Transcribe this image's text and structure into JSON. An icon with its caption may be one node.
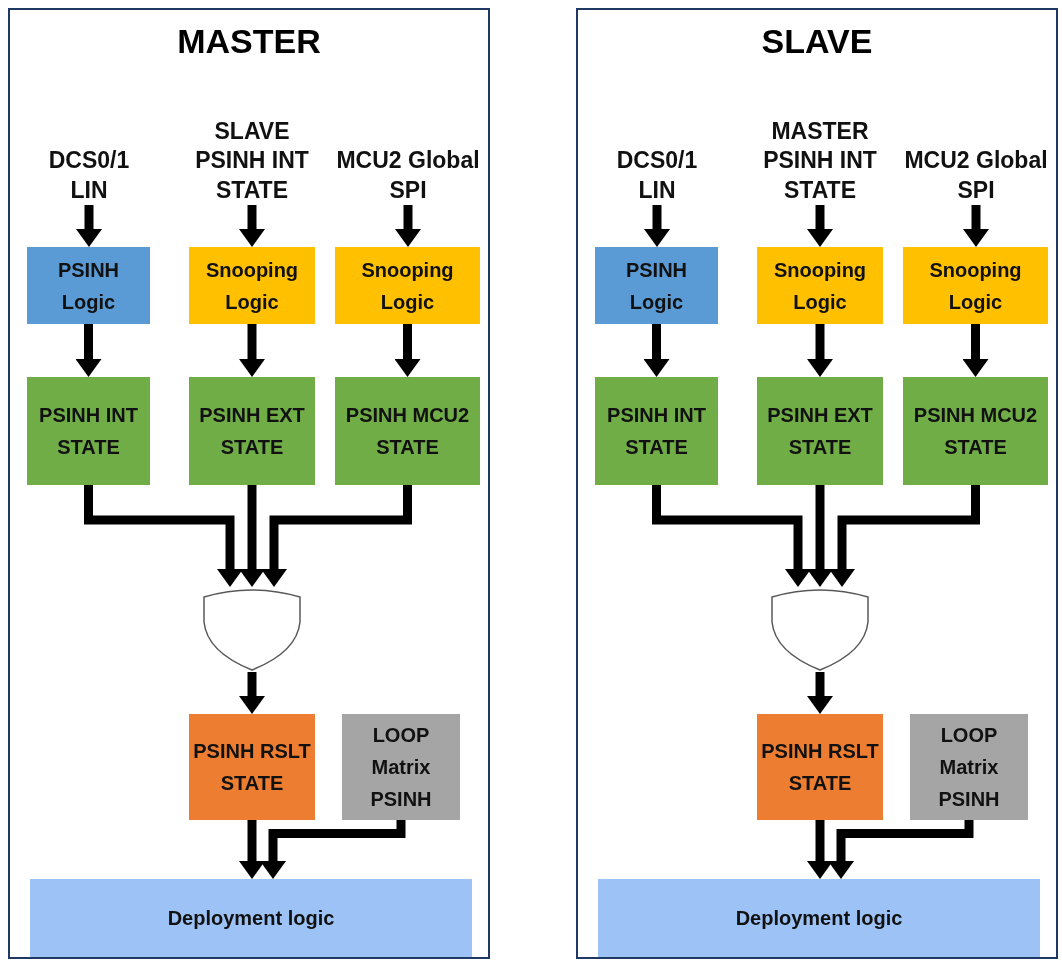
{
  "diagram": {
    "nodes": [
      {
        "text": [
          "MASTER"
        ]
      },
      {
        "text": [
          "DCS0/1 LIN"
        ],
        "in": 0
      },
      {
        "text": [
          "SLAVE PSINH INT STATE"
        ],
        "in": 0
      },
      {
        "text": [
          "MCU2 Global SPI"
        ],
        "in": 0
      },
      {
        "text": [
          "PSINH Logic"
        ],
        "in": 0
      },
      {
        "text": [
          "Snooping Logic"
        ],
        "in": 0
      },
      {
        "text": [
          "Snooping Logic"
        ],
        "in": 0
      },
      {
        "text": [
          "PSINH INT STATE"
        ],
        "in": 0
      },
      {
        "text": [
          "PSINH EXT STATE"
        ],
        "in": 0
      },
      {
        "text": [
          "PSINH MCU2 STATE"
        ],
        "in": 0
      },
      {
        "text": [],
        "shape": "gate",
        "in": 0
      },
      {
        "text": [
          "PSINH RSLT STATE"
        ],
        "in": 0
      },
      {
        "text": [
          "LOOP Matrix PSINH"
        ],
        "in": 0
      },
      {
        "text": [
          "Deployment logic"
        ],
        "in": 0
      },
      {
        "text": [
          "SLAVE"
        ]
      },
      {
        "text": [
          "DCS0/1 LIN"
        ],
        "in": 14
      },
      {
        "text": [
          "MASTER PSINH INT STATE"
        ],
        "in": 14
      },
      {
        "text": [
          "MCU2 Global SPI"
        ],
        "in": 14
      },
      {
        "text": [
          "PSINH Logic"
        ],
        "in": 14
      },
      {
        "text": [
          "Snooping Logic"
        ],
        "in": 14
      },
      {
        "text": [
          "Snooping Logic"
        ],
        "in": 14
      },
      {
        "text": [
          "PSINH INT STATE"
        ],
        "in": 14
      },
      {
        "text": [
          "PSINH EXT STATE"
        ],
        "in": 14
      },
      {
        "text": [
          "PSINH MCU2 STATE"
        ],
        "in": 14
      },
      {
        "text": [],
        "shape": "gate",
        "in": 14
      },
      {
        "text": [
          "PSINH RSLT STATE"
        ],
        "in": 14
      },
      {
        "text": [
          "LOOP Matrix PSINH"
        ],
        "in": 14
      },
      {
        "text": [
          "Deployment logic"
        ],
        "in": 14
      }
    ],
    "edges": [
      {
        "from": 1,
        "to": 4,
        "arrow": "to"
      },
      {
        "from": 2,
        "to": 5,
        "arrow": "to"
      },
      {
        "from": 3,
        "to": 6,
        "arrow": "to"
      },
      {
        "from": 4,
        "to": 7,
        "arrow": "to"
      },
      {
        "from": 5,
        "to": 8,
        "arrow": "to"
      },
      {
        "from": 6,
        "to": 9,
        "arrow": "to"
      },
      {
        "from": 7,
        "to": 10,
        "arrow": "to"
      },
      {
        "from": 8,
        "to": 10,
        "arrow": "to"
      },
      {
        "from": 9,
        "to": 10,
        "arrow": "to"
      },
      {
        "from": 10,
        "to": 11,
        "arrow": "to"
      },
      {
        "from": 11,
        "to": 13,
        "arrow": "to"
      },
      {
        "from": 12,
        "to": 13,
        "arrow": "to"
      },
      {
        "from": 15,
        "to": 18,
        "arrow": "to"
      },
      {
        "from": 16,
        "to": 19,
        "arrow": "to"
      },
      {
        "from": 17,
        "to": 20,
        "arrow": "to"
      },
      {
        "from": 18,
        "to": 21,
        "arrow": "to"
      },
      {
        "from": 19,
        "to": 22,
        "arrow": "to"
      },
      {
        "from": 20,
        "to": 23,
        "arrow": "to"
      },
      {
        "from": 21,
        "to": 24,
        "arrow": "to"
      },
      {
        "from": 22,
        "to": 24,
        "arrow": "to"
      },
      {
        "from": 23,
        "to": 24,
        "arrow": "to"
      },
      {
        "from": 24,
        "to": 25,
        "arrow": "to"
      },
      {
        "from": 25,
        "to": 27,
        "arrow": "to"
      },
      {
        "from": 26,
        "to": 27,
        "arrow": "to"
      }
    ]
  }
}
